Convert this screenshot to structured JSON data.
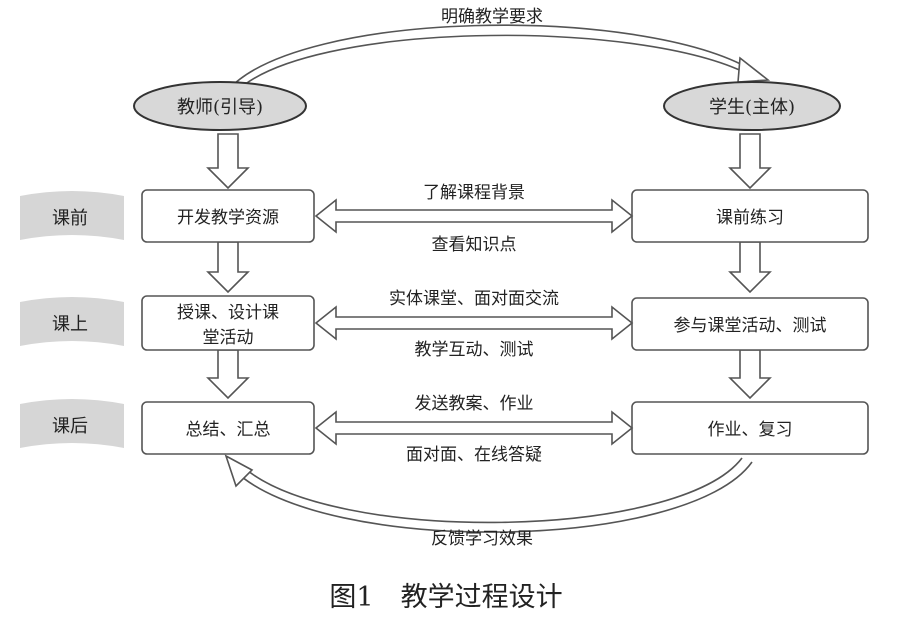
{
  "top_arc_label": "明确教学要求",
  "bottom_arc_label": "反馈学习效果",
  "teacher_node": "教师(引导)",
  "student_node": "学生(主体)",
  "stages": [
    "课前",
    "课上",
    "课后"
  ],
  "teacher_steps": [
    [
      "开发教学资源"
    ],
    [
      "授课、设计课",
      "堂活动"
    ],
    [
      "总结、汇总"
    ]
  ],
  "student_steps": [
    "课前练习",
    "参与课堂活动、测试",
    "作业、复习"
  ],
  "link_labels": [
    {
      "top": "了解课程背景",
      "bottom": "查看知识点"
    },
    {
      "top": "实体课堂、面对面交流",
      "bottom": "教学互动、测试"
    },
    {
      "top": "发送教案、作业",
      "bottom": "面对面、在线答疑"
    }
  ],
  "caption": "图1　教学过程设计",
  "colors": {
    "ellipse_fill": "#d8d8d8",
    "flag_fill": "#d6d6d6",
    "line": "#555555"
  }
}
